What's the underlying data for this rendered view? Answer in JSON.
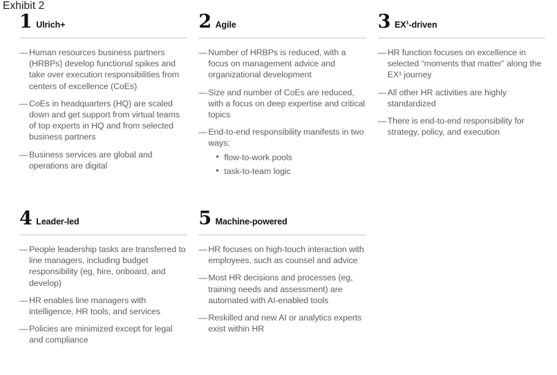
{
  "exhibit": {
    "title": "Exhibit 2",
    "dash_marker": "—",
    "sub_marker": "•",
    "colors": {
      "body_text": "#5d5d5d",
      "heading_text": "#111111",
      "title_text": "#1a1a1a",
      "rule": "#e2e2e2",
      "background": "#ffffff"
    },
    "rows": [
      {
        "cards": [
          {
            "number": "1",
            "label": "Ulrich+",
            "label_sup": "",
            "bullets": [
              {
                "text": "Human resources business partners (HRBPs) develop functional spikes and take over execution responsibilities from centers of excellence (CoEs)",
                "subbullets": []
              },
              {
                "text": "CoEs in headquarters (HQ) are scaled down and get support from virtual teams of top experts in HQ and from selected business partners",
                "subbullets": []
              },
              {
                "text": "Business services are global and operations are digital",
                "subbullets": []
              }
            ]
          },
          {
            "number": "2",
            "label": "Agile",
            "label_sup": "",
            "bullets": [
              {
                "text": "Number of HRBPs is reduced, with a focus on management advice and organizational development",
                "subbullets": []
              },
              {
                "text": "Size and number of CoEs are reduced, with a focus on deep expertise and critical topics",
                "subbullets": []
              },
              {
                "text": "End-to-end responsibility manifests in two ways:",
                "subbullets": [
                  "flow-to-work pools",
                  "task-to-team logic"
                ]
              }
            ]
          },
          {
            "number": "3",
            "label": "EX-driven",
            "label_sup": "1",
            "bullets": [
              {
                "text": "HR function focuses on excellence in selected “moments that matter” along the EX¹ journey",
                "subbullets": []
              },
              {
                "text": "All other HR activities are highly standardized",
                "subbullets": []
              },
              {
                "text": "There is end-to-end responsibility for strategy, policy, and execution",
                "subbullets": []
              }
            ]
          }
        ]
      },
      {
        "cards": [
          {
            "number": "4",
            "label": "Leader-led",
            "label_sup": "",
            "bullets": [
              {
                "text": "People leadership tasks are transferred to line managers, including budget responsibility (eg, hire, onboard, and develop)",
                "subbullets": []
              },
              {
                "text": "HR enables line managers with intelligence, HR tools, and services",
                "subbullets": []
              },
              {
                "text": "Policies are minimized except for legal and compliance",
                "subbullets": []
              }
            ]
          },
          {
            "number": "5",
            "label": "Machine-powered",
            "label_sup": "",
            "bullets": [
              {
                "text": "HR focuses on high-touch interaction with employees, such as counsel and advice",
                "subbullets": []
              },
              {
                "text": "Most HR decisions and processes (eg, training needs and assessment) are automated with AI-enabled tools",
                "subbullets": []
              },
              {
                "text": "Reskilled and new AI or analytics experts exist within HR",
                "subbullets": []
              }
            ]
          }
        ]
      }
    ]
  }
}
